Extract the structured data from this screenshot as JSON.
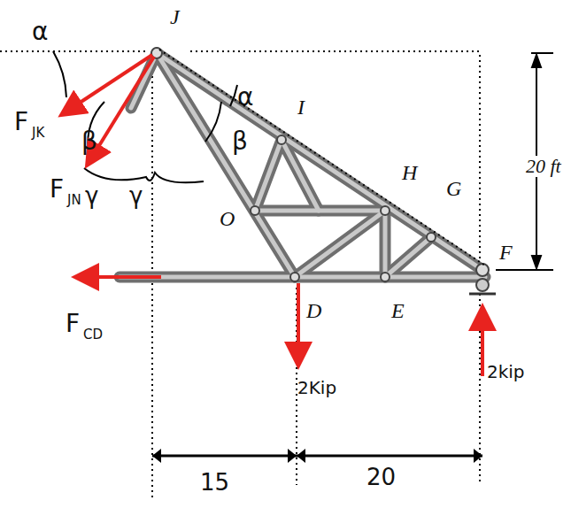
{
  "diagram": {
    "labels": [
      "J",
      "α",
      "α",
      "F",
      "JK",
      "β",
      "β",
      "F",
      "JN",
      "γ",
      "γ",
      "I",
      "O",
      "H",
      "G",
      "F",
      "20 ft",
      "D",
      "E",
      "F",
      "CD",
      "2Kip",
      "2kip",
      "15",
      "20"
    ]
  }
}
